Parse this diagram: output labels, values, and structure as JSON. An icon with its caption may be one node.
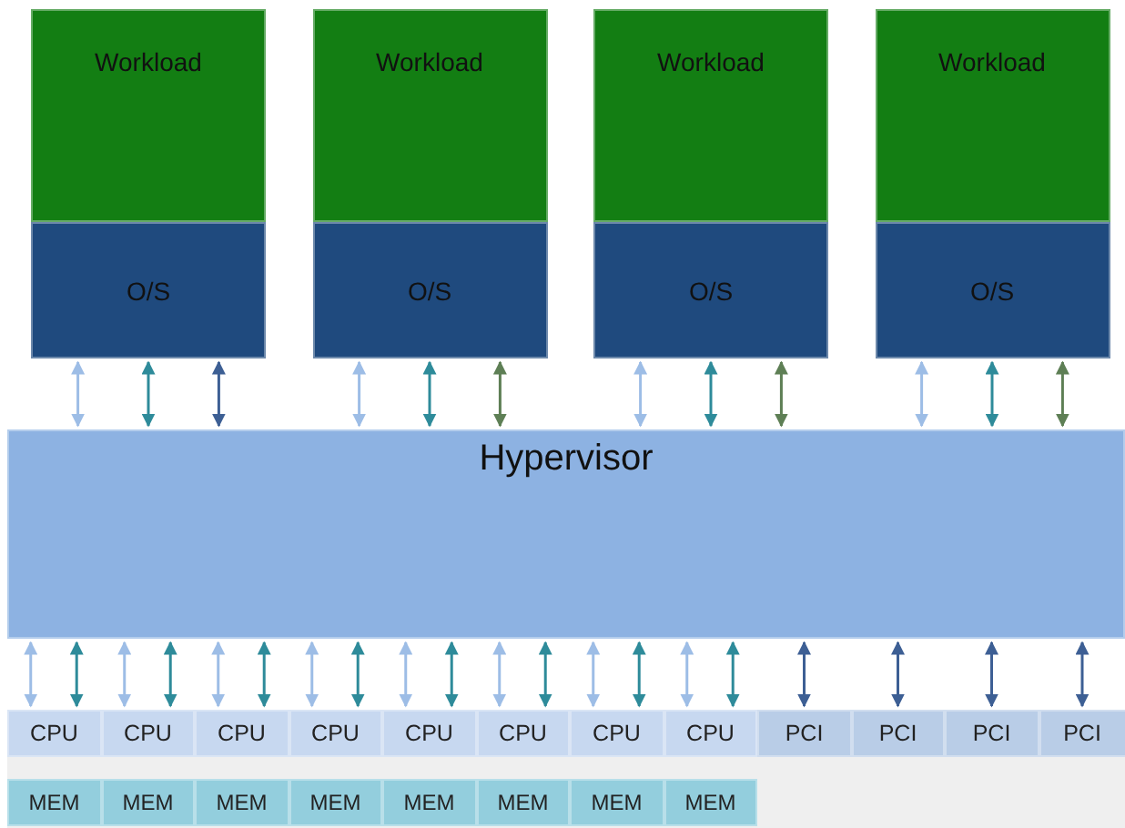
{
  "diagram": {
    "nodes": [
      {
        "text": [
          "Workload"
        ]
      },
      {
        "text": [
          "O/S"
        ]
      },
      {
        "text": [
          "Workload"
        ]
      },
      {
        "text": [
          "O/S"
        ]
      },
      {
        "text": [
          "Workload"
        ]
      },
      {
        "text": [
          "O/S"
        ]
      },
      {
        "text": [
          "Workload"
        ]
      },
      {
        "text": [
          "O/S"
        ]
      },
      {
        "text": [
          "Hypervisor"
        ]
      },
      {
        "text": [
          "CPU"
        ]
      },
      {
        "text": [
          "CPU"
        ]
      },
      {
        "text": [
          "CPU"
        ]
      },
      {
        "text": [
          "CPU"
        ]
      },
      {
        "text": [
          "CPU"
        ]
      },
      {
        "text": [
          "CPU"
        ]
      },
      {
        "text": [
          "CPU"
        ]
      },
      {
        "text": [
          "CPU"
        ]
      },
      {
        "text": [
          "PCI"
        ]
      },
      {
        "text": [
          "PCI"
        ]
      },
      {
        "text": [
          "PCI"
        ]
      },
      {
        "text": [
          "PCI"
        ]
      },
      {
        "text": [
          "MEM"
        ]
      },
      {
        "text": [
          "MEM"
        ]
      },
      {
        "text": [
          "MEM"
        ]
      },
      {
        "text": [
          "MEM"
        ]
      },
      {
        "text": [
          "MEM"
        ]
      },
      {
        "text": [
          "MEM"
        ]
      },
      {
        "text": [
          "MEM"
        ]
      },
      {
        "text": [
          "MEM"
        ]
      }
    ],
    "edges": [
      {
        "from": 1,
        "to": 8,
        "arrow": "both",
        "color": "#9dbde6"
      },
      {
        "from": 1,
        "to": 8,
        "arrow": "both",
        "color": "#2e8b9a"
      },
      {
        "from": 1,
        "to": 8,
        "arrow": "both",
        "color": "#3d5f94"
      },
      {
        "from": 3,
        "to": 8,
        "arrow": "both",
        "color": "#9dbde6"
      },
      {
        "from": 3,
        "to": 8,
        "arrow": "both",
        "color": "#2e8b9a"
      },
      {
        "from": 3,
        "to": 8,
        "arrow": "both",
        "color": "#5e7f55"
      },
      {
        "from": 5,
        "to": 8,
        "arrow": "both",
        "color": "#9dbde6"
      },
      {
        "from": 5,
        "to": 8,
        "arrow": "both",
        "color": "#2e8b9a"
      },
      {
        "from": 5,
        "to": 8,
        "arrow": "both",
        "color": "#5e7f55"
      },
      {
        "from": 7,
        "to": 8,
        "arrow": "both",
        "color": "#9dbde6"
      },
      {
        "from": 7,
        "to": 8,
        "arrow": "both",
        "color": "#2e8b9a"
      },
      {
        "from": 7,
        "to": 8,
        "arrow": "both",
        "color": "#5e7f55"
      },
      {
        "from": 8,
        "to": 9,
        "arrow": "both",
        "color": "#9dbde6"
      },
      {
        "from": 8,
        "to": 9,
        "arrow": "both",
        "color": "#2e8b9a"
      },
      {
        "from": 8,
        "to": 10,
        "arrow": "both",
        "color": "#9dbde6"
      },
      {
        "from": 8,
        "to": 10,
        "arrow": "both",
        "color": "#2e8b9a"
      },
      {
        "from": 8,
        "to": 11,
        "arrow": "both",
        "color": "#9dbde6"
      },
      {
        "from": 8,
        "to": 11,
        "arrow": "both",
        "color": "#2e8b9a"
      },
      {
        "from": 8,
        "to": 12,
        "arrow": "both",
        "color": "#9dbde6"
      },
      {
        "from": 8,
        "to": 12,
        "arrow": "both",
        "color": "#2e8b9a"
      },
      {
        "from": 8,
        "to": 13,
        "arrow": "both",
        "color": "#9dbde6"
      },
      {
        "from": 8,
        "to": 13,
        "arrow": "both",
        "color": "#2e8b9a"
      },
      {
        "from": 8,
        "to": 14,
        "arrow": "both",
        "color": "#9dbde6"
      },
      {
        "from": 8,
        "to": 14,
        "arrow": "both",
        "color": "#2e8b9a"
      },
      {
        "from": 8,
        "to": 15,
        "arrow": "both",
        "color": "#9dbde6"
      },
      {
        "from": 8,
        "to": 15,
        "arrow": "both",
        "color": "#2e8b9a"
      },
      {
        "from": 8,
        "to": 16,
        "arrow": "both",
        "color": "#9dbde6"
      },
      {
        "from": 8,
        "to": 16,
        "arrow": "both",
        "color": "#2e8b9a"
      },
      {
        "from": 8,
        "to": 17,
        "arrow": "both",
        "color": "#3d5f94"
      },
      {
        "from": 8,
        "to": 18,
        "arrow": "both",
        "color": "#3d5f94"
      },
      {
        "from": 8,
        "to": 19,
        "arrow": "both",
        "color": "#3d5f94"
      },
      {
        "from": 8,
        "to": 20,
        "arrow": "both",
        "color": "#3d5f94"
      }
    ]
  }
}
